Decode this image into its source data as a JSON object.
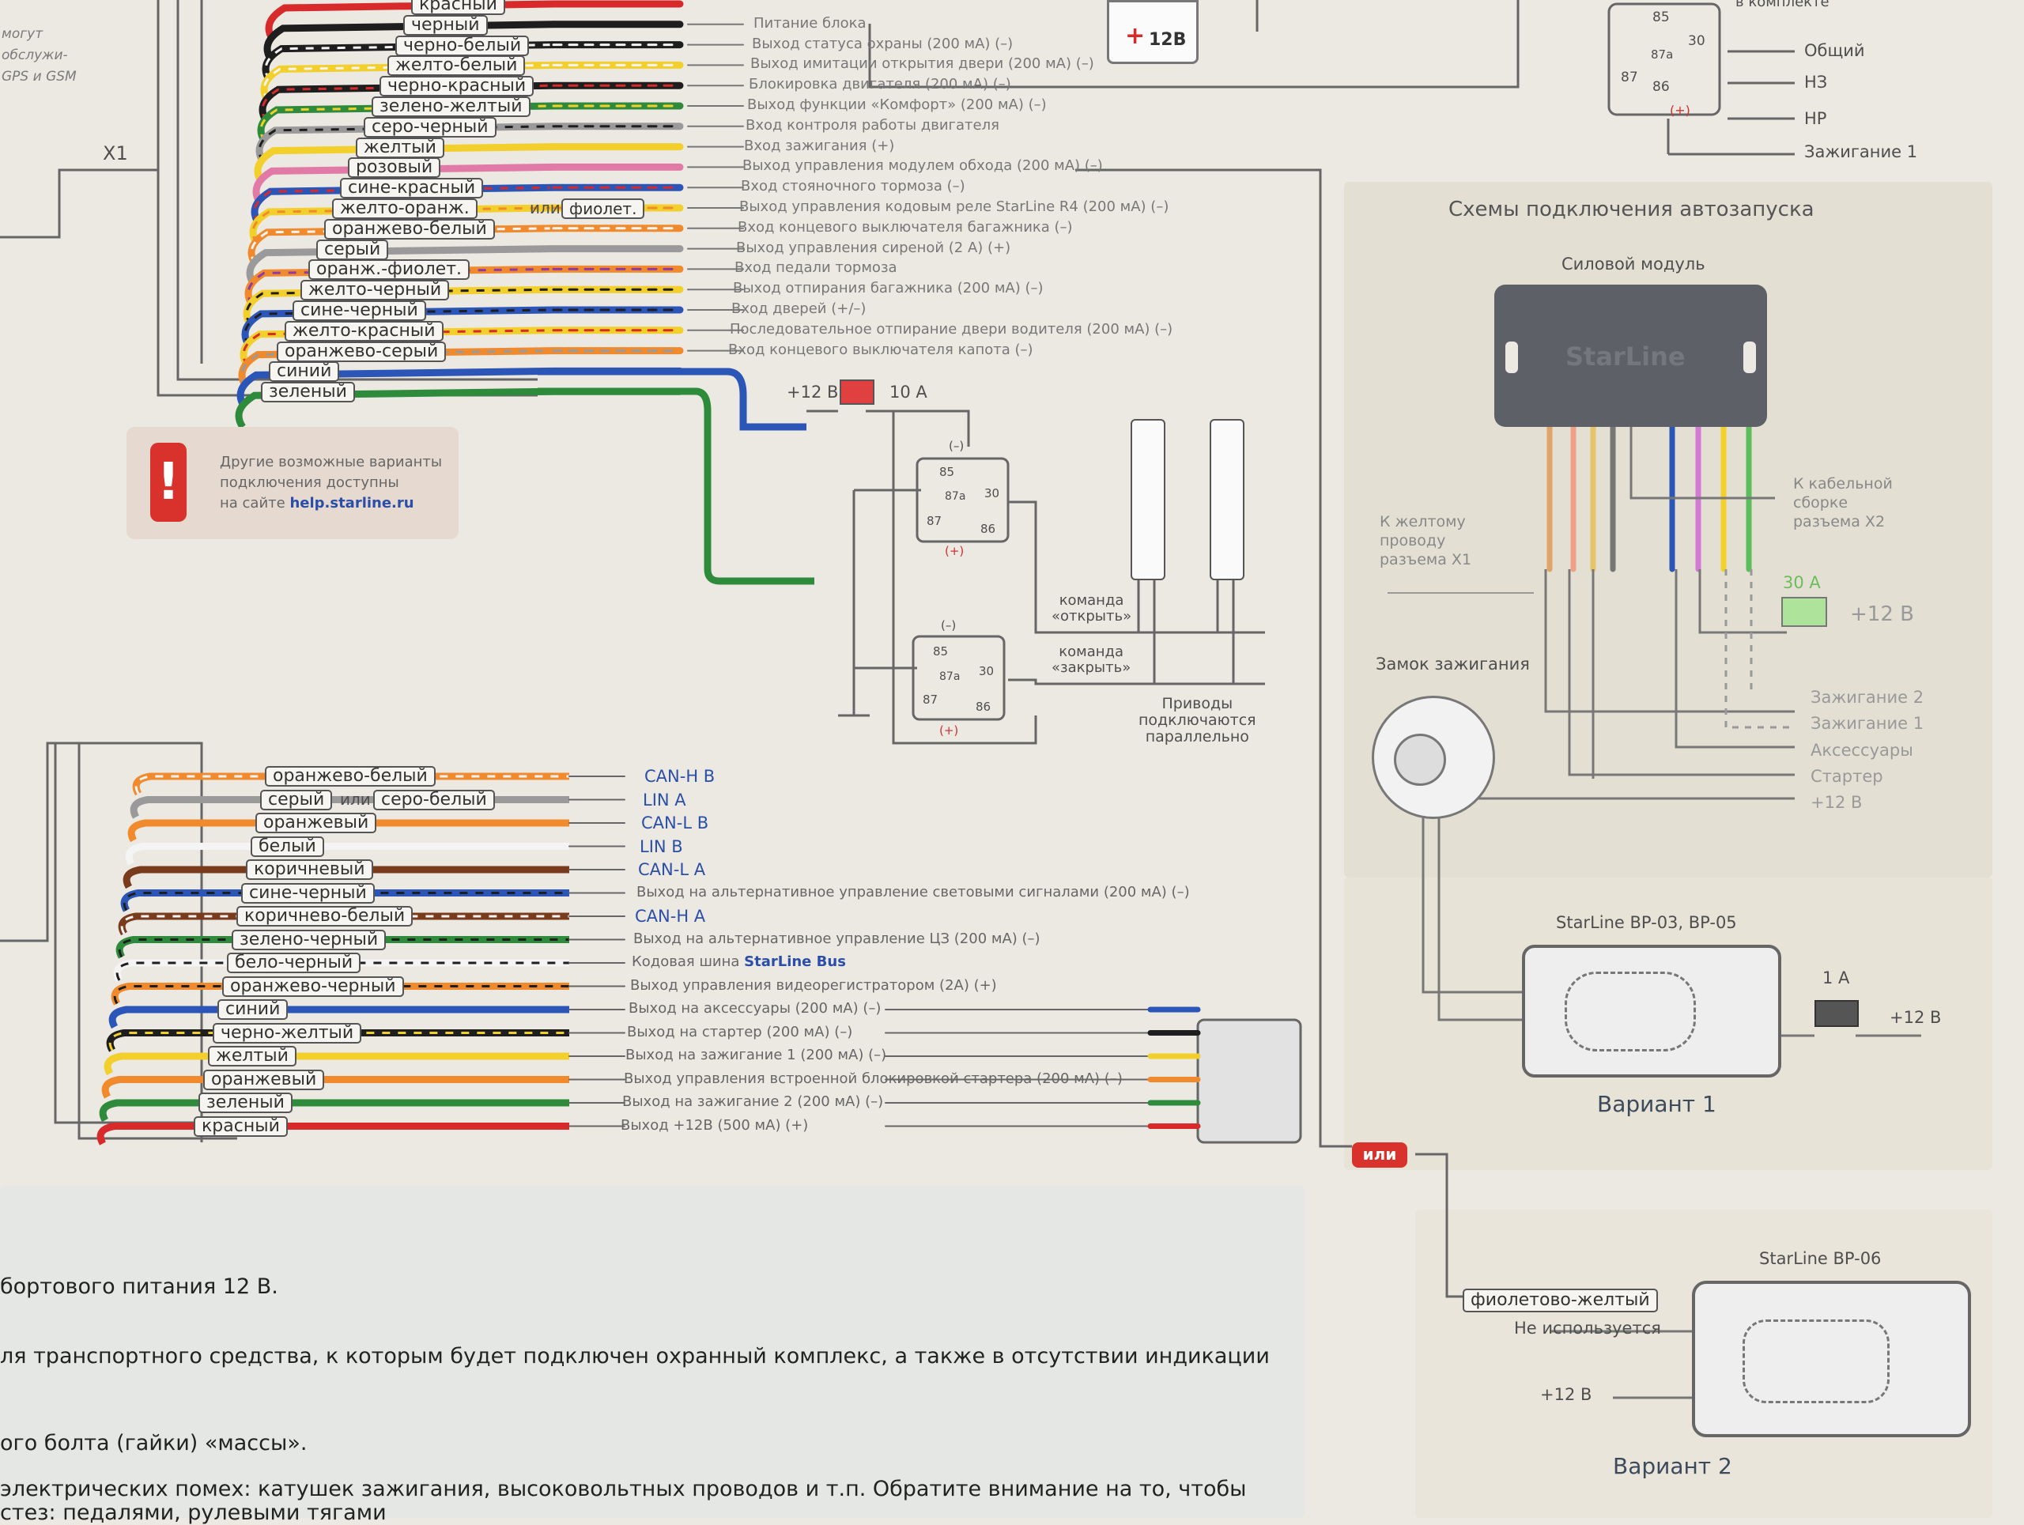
{
  "colors": {
    "red": "#d82a2a",
    "black": "#1e1e1e",
    "yellow": "#f2cf2a",
    "green": "#2e8b3c",
    "blue": "#2b56b8",
    "orange": "#f08a2c",
    "brown": "#7a3b1c",
    "pink": "#e27aa8",
    "gray": "#9a9a9a",
    "white": "#f4f4f4",
    "violet": "#8d3aa6",
    "warnRed": "#d9312b"
  },
  "top_left_note": [
    "могут",
    "обслужи-",
    "GPS и GSM"
  ],
  "x1_label": "X1",
  "wires_top": [
    {
      "name": "красный",
      "out": ""
    },
    {
      "name": "черный",
      "out": "Питание блока"
    },
    {
      "name": "черно-белый",
      "out": "Выход статуса охраны (200 мА) (–)"
    },
    {
      "name": "желто-белый",
      "out": "Выход имитации открытия двери (200 мА) (–)"
    },
    {
      "name": "черно-красный",
      "out": "Блокировка двигателя (200 мА) (–)"
    },
    {
      "name": "зелено-желтый",
      "out": "Выход функции «Комфорт» (200 мА) (–)"
    },
    {
      "name": "серо-черный",
      "out": "Вход контроля работы двигателя"
    },
    {
      "name": "желтый",
      "out": "Вход зажигания (+)"
    },
    {
      "name": "розовый",
      "out": "Выход управления модулем обхода (200 мА) (–)"
    },
    {
      "name": "сине-красный",
      "out": "Вход стояночного тормоза (–)"
    },
    {
      "name": "желто-оранж.",
      "alt_sep": "или",
      "alt": "фиолет.",
      "out": "Выход управления кодовым реле StarLine R4 (200 мА) (–)"
    },
    {
      "name": "оранжево-белый",
      "out": "Вход концевого выключателя багажника (–)"
    },
    {
      "name": "серый",
      "out": "Выход управления сиреной (2 А) (+)"
    },
    {
      "name": "оранж.-фиолет.",
      "out": "Вход педали тормоза"
    },
    {
      "name": "желто-черный",
      "out": "Выход отпирания багажника (200 мА) (–)"
    },
    {
      "name": "сине-черный",
      "out": "Вход дверей (+/–)"
    },
    {
      "name": "желто-красный",
      "out": "Последовательное отпирание двери водителя (200 мА) (–)"
    },
    {
      "name": "оранжево-серый",
      "out": "Вход концевого выключателя капота (–)"
    },
    {
      "name": "синий",
      "out": ""
    },
    {
      "name": "зеленый",
      "out": ""
    }
  ],
  "battery": {
    "label": "12В"
  },
  "relay_top_right": {
    "pins": [
      "85",
      "87",
      "87a",
      "30",
      "86"
    ],
    "plus": "(+)",
    "header": "в комплекте",
    "outputs": [
      "Общий",
      "НЗ",
      "НР",
      "Зажигание 1"
    ]
  },
  "warning": {
    "icon": "!",
    "lines": [
      "Другие возможные варианты",
      "подключения доступны",
      "на сайте "
    ],
    "link": "help.starline.ru"
  },
  "door_relays": {
    "supply": "+12 В",
    "fuse": "10 А",
    "pins": [
      "85",
      "87a",
      "87",
      "30",
      "86"
    ],
    "minus": "(–)",
    "plus": "(+)",
    "cmd_open": [
      "команда",
      "«открыть»"
    ],
    "cmd_close": [
      "команда",
      "«закрыть»"
    ],
    "actuators_note": [
      "Приводы",
      "подключаются",
      "параллельно"
    ]
  },
  "autostart": {
    "title": "Схемы подключения автозапуска",
    "module_label": "Силовой модуль",
    "module_brand": "StarLine",
    "to_x1": [
      "К желтому",
      "проводу",
      "разъема X1"
    ],
    "to_x2": [
      "К кабельной",
      "сборке",
      "разъема X2"
    ],
    "fuse_label": "30 А",
    "fuse_supply": "+12 В",
    "ignition_lock": "Замок зажигания",
    "lock_outputs": [
      "Зажигание 2",
      "Зажигание 1",
      "Аксессуары",
      "Стартер",
      "+12 В"
    ]
  },
  "bypass1": {
    "title": "StarLine BP-03, BP-05",
    "fuse": "1 А",
    "supply": "+12 В",
    "caption": "Вариант 1"
  },
  "or_badge": "или",
  "bypass2": {
    "title": "StarLine BP-06",
    "wire": "фиолетово-желтый",
    "unused": "Не используется",
    "supply": "+12 В",
    "caption": "Вариант 2"
  },
  "wires_bottom": [
    {
      "name": "оранжево-белый",
      "out": "CAN-H B",
      "blue": true
    },
    {
      "name": "серый",
      "alt_sep": "или",
      "alt": "серо-белый",
      "out": "LIN A",
      "blue": true
    },
    {
      "name": "оранжевый",
      "out": "CAN-L B",
      "blue": true
    },
    {
      "name": "белый",
      "out": "LIN B",
      "blue": true
    },
    {
      "name": "коричневый",
      "out": "CAN-L A",
      "blue": true
    },
    {
      "name": "сине-черный",
      "out": "Выход на альтернативное управление световыми сигналами (200 мА) (–)"
    },
    {
      "name": "коричнево-белый",
      "out": "CAN-H A",
      "blue": true
    },
    {
      "name": "зелено-черный",
      "out": "Выход на альтернативное управление ЦЗ (200 мА) (–)"
    },
    {
      "name": "бело-черный",
      "out": "Кодовая шина ",
      "bus": "StarLine Bus"
    },
    {
      "name": "оранжево-черный",
      "out": "Выход управления видеорегистратором (2А) (+)"
    },
    {
      "name": "синий",
      "out": "Выход на аксессуары (200 мА) (–)"
    },
    {
      "name": "черно-желтый",
      "out": "Выход на стартер (200 мА) (–)"
    },
    {
      "name": "желтый",
      "out": "Выход на зажигание 1 (200 мА) (–)"
    },
    {
      "name": "оранжевый",
      "out": "Выход управления встроенной блокировкой стартера (200 мА) (–)"
    },
    {
      "name": "зеленый",
      "out": "Выход на зажигание 2 (200 мА) (–)"
    },
    {
      "name": "красный",
      "out": "Выход +12В (500 мА) (+)"
    }
  ],
  "bottom_notes": [
    "бортового питания 12 В.",
    "ля транспортного средства, к которым будет подключен охранный комплекс, а также в отсутствии индикации",
    "ого болта (гайки) «массы».",
    "электрических помех: катушек зажигания, высоковольтных проводов и т.п. Обратите внимание на то, чтобы",
    "стез: педалями, рулевыми тягами"
  ]
}
